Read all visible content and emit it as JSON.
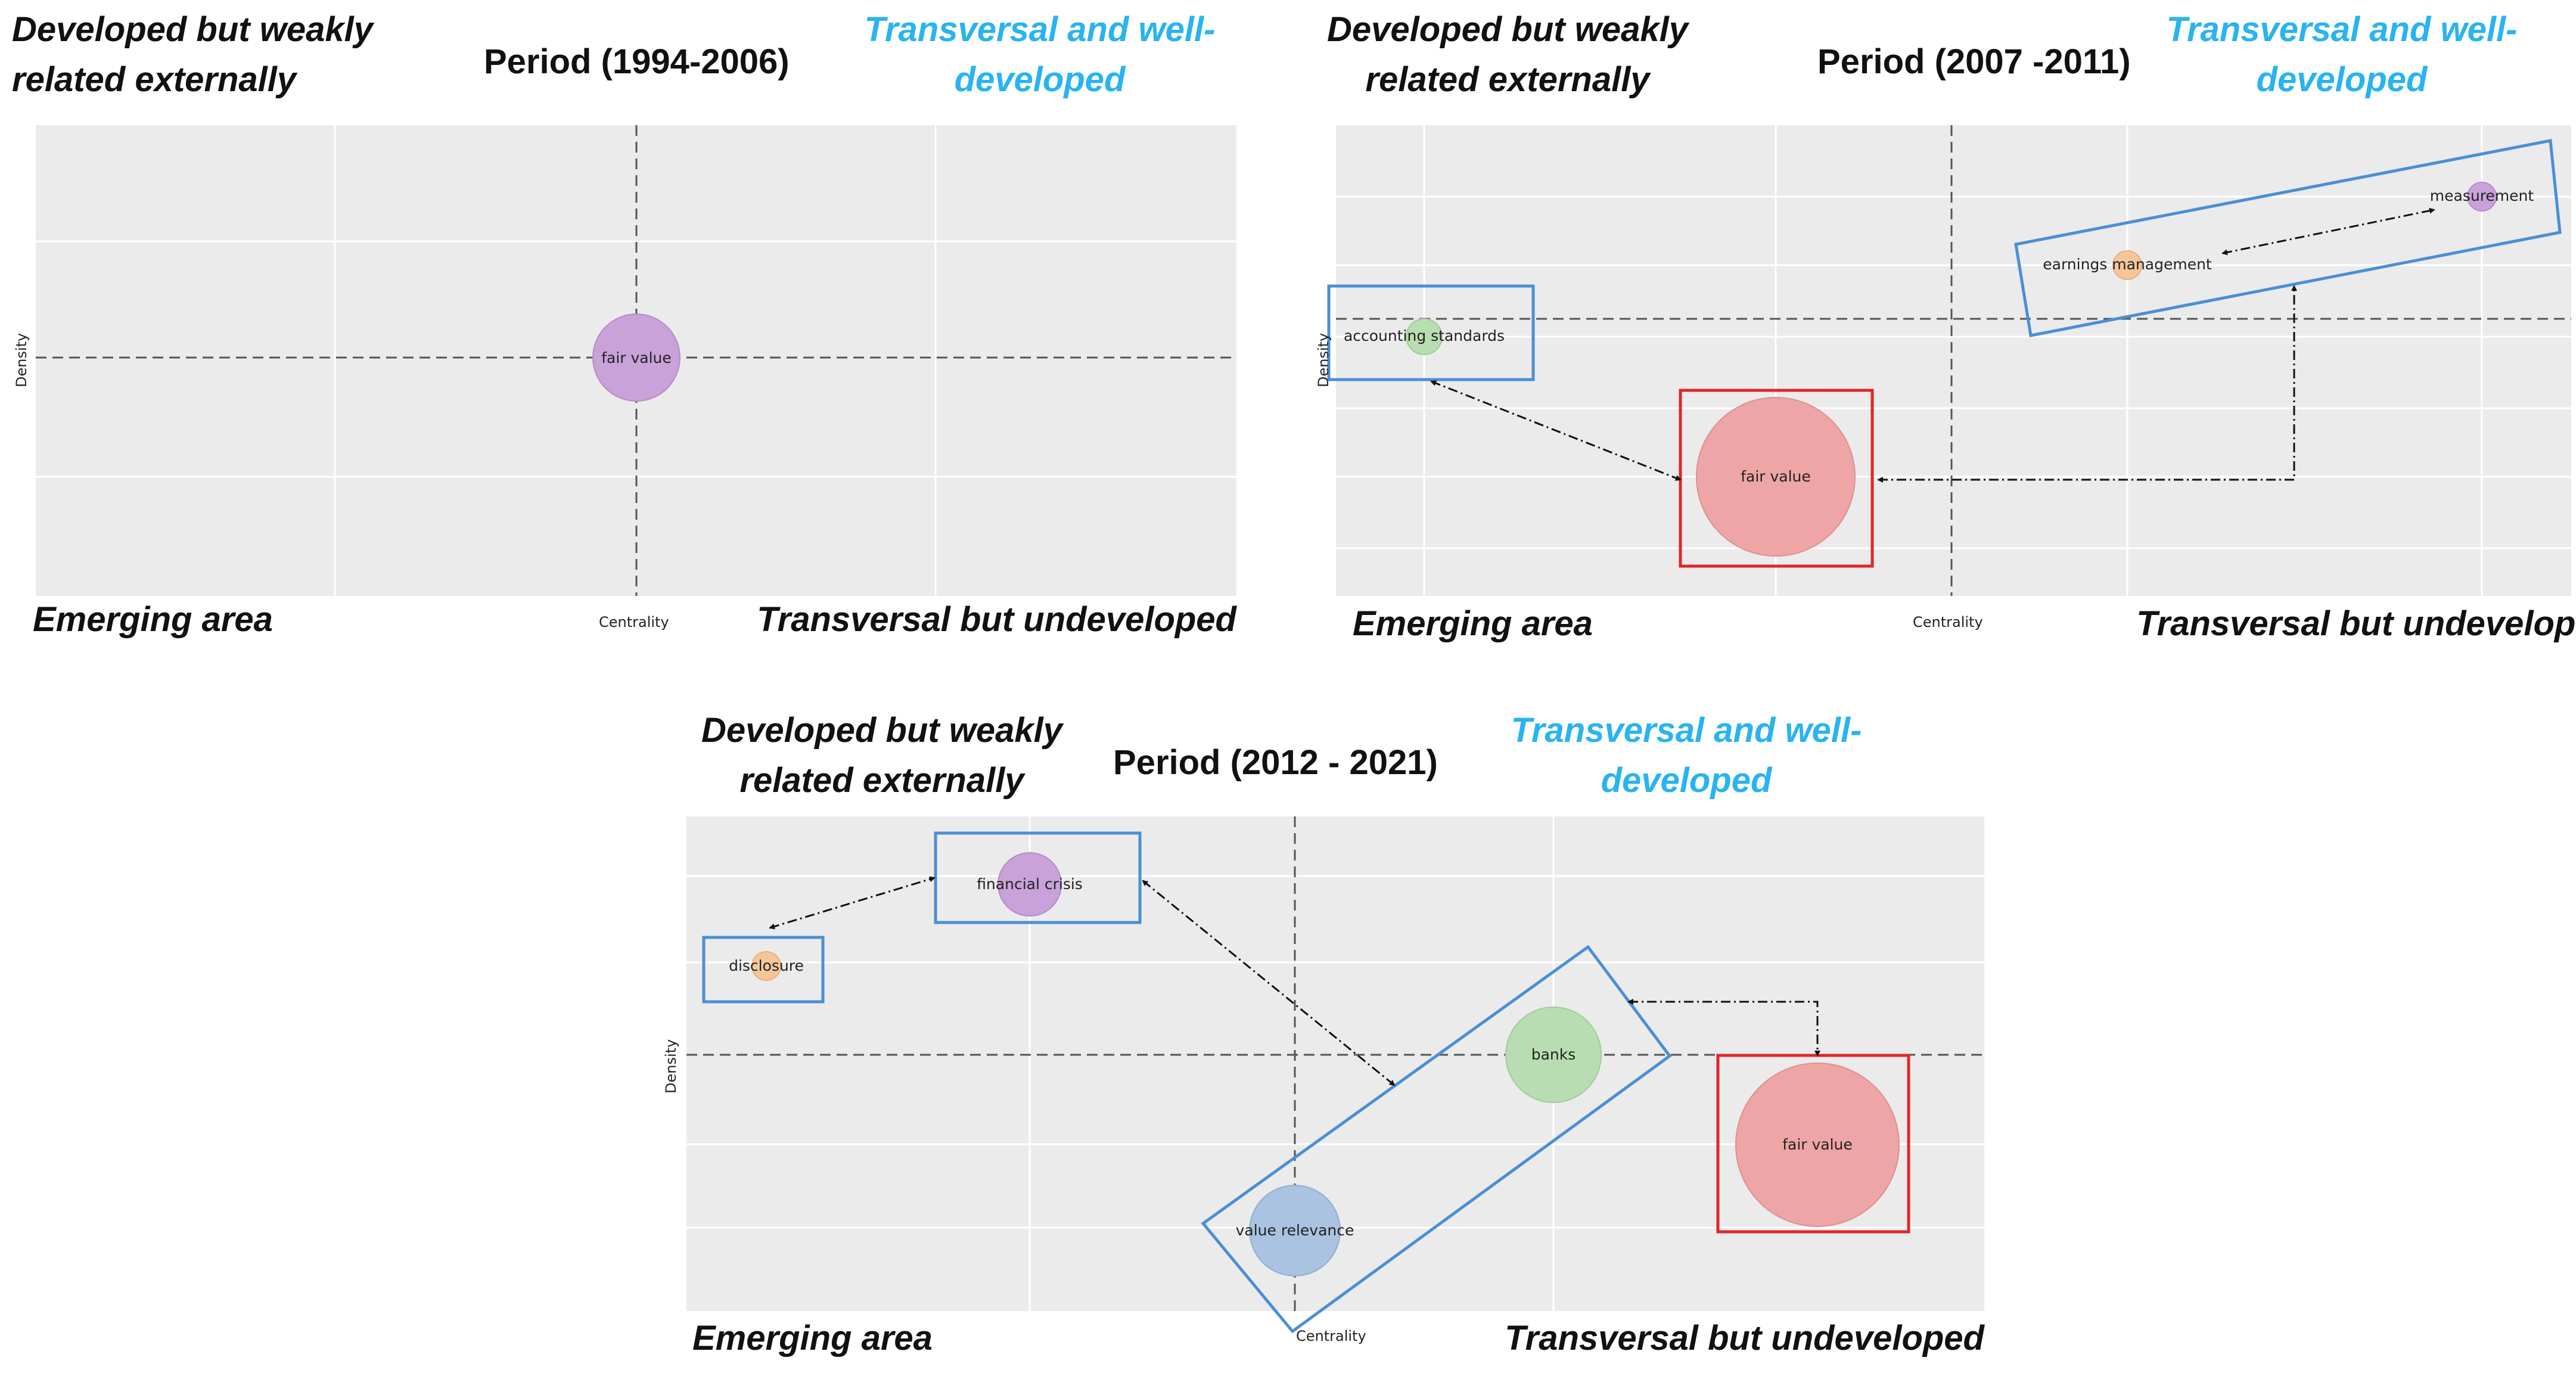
{
  "quadrant_labels": {
    "top_left_line1": "Developed but weakly",
    "top_left_line2": "related externally",
    "top_right_line1": "Transversal and well-",
    "top_right_line2": "developed",
    "bottom_left": "Emerging area",
    "bottom_right": "Transversal but undeveloped"
  },
  "axis_labels": {
    "x": "Centrality",
    "y": "Density"
  },
  "colors": {
    "plot_background": "#ebebeb",
    "grid": "#ffffff",
    "highlight_blue": "#4a8fd4",
    "highlight_red": "#e0262a",
    "accent_text": "#29b3f0"
  },
  "chart_data": [
    {
      "type": "scatter",
      "title": "Period (1994-2006)",
      "xlabel": "Centrality",
      "ylabel": "Density",
      "grid": true,
      "points": [
        {
          "label": "fair value",
          "color": "#c8a2d8",
          "size": 1.0
        }
      ]
    },
    {
      "type": "scatter",
      "title": "Period (2007 -2011)",
      "xlabel": "Centrality",
      "ylabel": "Density",
      "grid": true,
      "points": [
        {
          "label": "measurement",
          "color": "#c8a2d8",
          "size": 0.15
        },
        {
          "label": "earnings management",
          "color": "#f5c69a",
          "size": 0.15
        },
        {
          "label": "accounting standards",
          "color": "#b9ddb2",
          "size": 0.2
        },
        {
          "label": "fair value",
          "color": "#eea5a5",
          "size": 1.0
        }
      ],
      "highlighted": [
        "measurement",
        "earnings management",
        "accounting standards",
        "fair value"
      ]
    },
    {
      "type": "scatter",
      "title": "Period (2012 - 2021)",
      "xlabel": "Centrality",
      "ylabel": "Density",
      "grid": true,
      "points": [
        {
          "label": "financial crisis",
          "color": "#c8a2d8",
          "size": 0.38
        },
        {
          "label": "disclosure",
          "color": "#f5c69a",
          "size": 0.18
        },
        {
          "label": "banks",
          "color": "#b9ddb2",
          "size": 0.58
        },
        {
          "label": "value relevance",
          "color": "#a9c3e0",
          "size": 0.55
        },
        {
          "label": "fair value",
          "color": "#eea5a5",
          "size": 1.0
        }
      ],
      "highlighted": [
        "financial crisis",
        "disclosure",
        "banks",
        "value relevance",
        "fair value"
      ]
    }
  ]
}
